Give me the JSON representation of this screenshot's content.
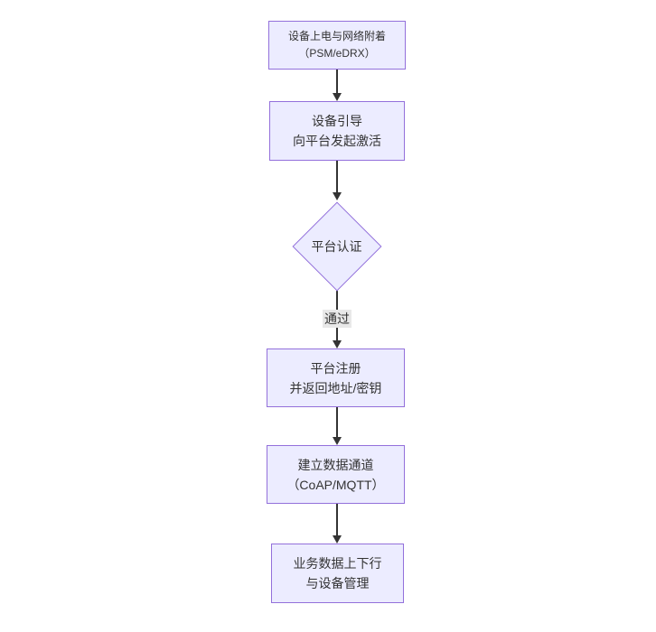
{
  "diagram": {
    "type": "flowchart",
    "direction": "top-down",
    "colors": {
      "background": "#ffffff",
      "node_fill": "#ECECFF",
      "node_border": "#9370DB",
      "text": "#333333",
      "edge": "#333333",
      "edge_label_bg": "#e8e8e8"
    },
    "nodes": [
      {
        "shape": "rect",
        "line1": "设备上电与网络附着",
        "line2": "（PSM/eDRX）"
      },
      {
        "shape": "rect",
        "line1": "设备引导",
        "line2": "向平台发起激活"
      },
      {
        "shape": "diamond",
        "line1": "平台认证",
        "line2": ""
      },
      {
        "shape": "rect",
        "line1": "平台注册",
        "line2": "并返回地址/密钥"
      },
      {
        "shape": "rect",
        "line1": "建立数据通道",
        "line2": "（CoAP/MQTT）"
      },
      {
        "shape": "rect",
        "line1": "业务数据上下行",
        "line2": "与设备管理"
      }
    ],
    "edges": [
      {
        "from": 0,
        "to": 1,
        "label": ""
      },
      {
        "from": 1,
        "to": 2,
        "label": ""
      },
      {
        "from": 2,
        "to": 3,
        "label": "通过"
      },
      {
        "from": 3,
        "to": 4,
        "label": ""
      },
      {
        "from": 4,
        "to": 5,
        "label": ""
      }
    ]
  }
}
